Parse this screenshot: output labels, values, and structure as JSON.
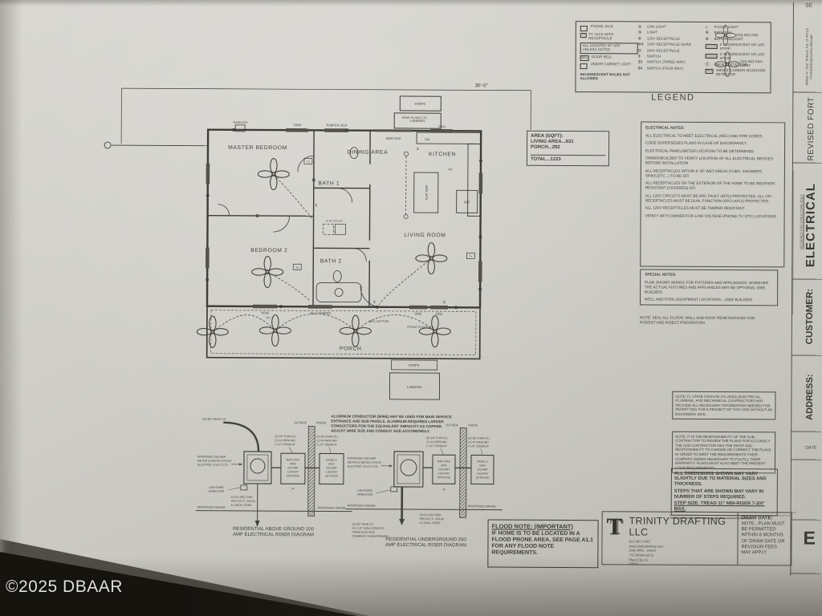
{
  "watermark": "©2025 DBAAR",
  "corner": {
    "top_partial": "SE",
    "engineer1": "William H. \"Bob\" Roberts, P.E. (# 40712)",
    "engineer2": "President/Engineering Manager",
    "reviewed": "REVIEWED FOR STRUCTURE ONLY"
  },
  "strip": {
    "revised": "REVISED FORT",
    "electrical": "ELECTRICAL",
    "customer": "CUSTOMER:",
    "address": "ADDRESS:",
    "date": "DATE",
    "sheet": "E"
  },
  "legend": {
    "title": "LEGEND",
    "left": [
      {
        "label": "PHONE JACK"
      },
      {
        "icon": "TV",
        "label": "TV JACK WITH RECEPTACLE"
      },
      {
        "label": "ALL LOCATED 60\" AFF UNLESS NOTED"
      },
      {
        "icon": "BELL",
        "label": "DOOR BELL"
      },
      {
        "label": "UNDER CABINET LIGHT"
      },
      {
        "label": "INCANDESCENT BULBS NOT ALLOWED"
      }
    ],
    "mid": [
      {
        "sym": "◎",
        "label": "CAN LIGHT"
      },
      {
        "sym": "⊕",
        "label": "LIGHT"
      },
      {
        "sym": "Φ",
        "label": "120V RECEPTACLE"
      },
      {
        "sym": "Φ4",
        "label": "120V RECEPTACLE QUAD"
      },
      {
        "sym": "Θ",
        "label": "240V RECEPTACLE"
      },
      {
        "sym": "$",
        "label": "SWITCH"
      },
      {
        "sym": "$3",
        "label": "SWITCH (THREE WAY)"
      },
      {
        "sym": "$4",
        "label": "SWITCH (FOUR WAY)"
      }
    ],
    "right": [
      {
        "sym": "◒",
        "label": "FLOOD-LIGHT"
      },
      {
        "sym": "⊛",
        "label": "BATH FAN"
      },
      {
        "sym": "⊕",
        "label": "BATH FAN/LIGHT"
      },
      {
        "sym": "",
        "label": "2' FLUORESCENT OR LED STRIP"
      },
      {
        "sym": "",
        "label": "4' FLUORESCENT OR LED STRIP"
      },
      {
        "sym": "Ⓢ",
        "label": "SMOKE DETECTOR"
      },
      {
        "sym": "SCD",
        "label": "SMOKE-CARBON MONOXIDE DETECTOR"
      }
    ],
    "fan1": "CEILING FAN",
    "fan2": "CEILING FAN-LIGHT"
  },
  "area": {
    "l1": "AREA (SQFT):",
    "l2": "LIVING AREA...931",
    "l3": "PORCH...292",
    "l4": "TOTAL...1223"
  },
  "enotes": {
    "title": "ELECTRICAL NOTES:",
    "items": [
      "ALL ELECTRICAL TO MEET ELECTRICAL (NEC) AND FIRE CODES",
      "CODE SUPERSEDES PLANS IN CASE OF DISCREPANCY",
      "ELECTRICAL PANEL/METER LOCATION TO BE DETERMINED",
      "OWNER/BUILDER TO VERIFY LOCATION OF ALL ELECTRICAL DEVICES BEFORE INSTALLATION",
      "ALL RECEPTACLES WITHIN 6' OF WET AREAS (TUBS, SHOWERS, SINKS,ETC...) TO BE GFI",
      "ALL RECEPTACLES ON THE EXTERIOR OF THE HOME TO BE WEATHER-RESISTANT (COVERED) GFI",
      "ALL 120V CIRCUITS MUST BE ARC FAULT (AFCI) PROTECTED. ALL GFI RECEPTACLES MUST BE DUAL FUNCTION (GFCI-AFCI) PROTECTED.",
      "ALL 120V RECEPTICLES MUST BE TAMPER RESISTANT",
      "VERIFY WITH OWNER FOR LOW VOLTAGE (PHONE,TV, ETC) LOCATIONS"
    ]
  },
  "snotes": {
    "title": "SPECIAL NOTES:",
    "i1": "PLAN SHOWS WIRING FOR FIXTURES AND APPLIANCES, HOWEVER THE ACTUAL FIXTURES AND APPLIANCES MAY BE OPTIONAL (SEE BUILDER)",
    "i2": "WELL AND POOL EQUIPMENT LOCATIONS... (SEE BUILDER)"
  },
  "seal_note": "NOTE: SEAL ALL FLOOR, WALL AND ROOF PENETRATIONS FOR RODENT AND INSECT PREVENTION.",
  "rnotes": {
    "n1": "NOTE: FL STATE STATUTE 471.003(2) ELECTRICAL, PLUMBING, AND MECHANICAL CONTRACTORS MAY PROVIDE ALL NECESSARY INFORMATION NEEDED FOR PERMITTING FOR A PROJECT OF THIS SIZE WITHOUT AN ENGINEERS SEAL.",
    "n2": "NOTE: IT IS THE RESPONSIBILITY OF THE SUB-CONTRACTOR TO REVIEW THE PLANS FOR ACCURACY. THE SUB CONTRACTOR HAS THE RIGHT AND RESPONSIBILITY TO CHANGE OR CORRECT THE PLANS IN ORDER TO MEET THE REQUIREMENTS THEIR COMPANY DEEMS NECESSARY TO FULFILL THEIR WARRANTY. PLANS MUST ALSO MEET THE PRESENT CODE REQUIREMENTS.",
    "n3a": "ALL DIMENSIONS SHOWN MAY VARY SLIGHTLY DUE TO MATERIAL SIZES AND THICKNESS.",
    "n3b": "STEPS THAT ARE SHOWN MAY VARY IN NUMBER OF STEPS REQUIRED.",
    "n3c": "STEP SIZE: TREAD 11\" MIN-RISER 7-3/4\" MAX."
  },
  "flood": {
    "title": "FLOOD NOTE: (IMPORTANT)",
    "body": "IF HOME IS TO BE LOCATED IN A FLOOD PRONE AREA, SEE PAGE A1.1 FOR ANY FLOOD NOTE REQUIREMENTS."
  },
  "firm": {
    "name": "TRINITY DRAFTING LLC",
    "phone": "813-482-2463",
    "web": "www.trinitydrafting.com",
    "owner": "Jody Wills...owner",
    "addr1": "713 Whitehall St.",
    "addr2": "Plant City, FL",
    "zip": "33563"
  },
  "drawdate": {
    "title": "DRAW DATE:",
    "note": "NOTE...PLAN MUST BE PERMITTED WITHIN 6 MONTHS OF DRAW DATE OR REVISION FEES MAY APPLY"
  },
  "plan": {
    "rooms": {
      "master": "MASTER BEDROOM",
      "dining": "DINING AREA",
      "kitchen": "KITCHEN",
      "bath1": "BATH 1",
      "bed2": "BEDROOM 2",
      "bath2": "BATH 2",
      "living": "LIVING ROOM",
      "porch": "PORCH"
    },
    "dim": "36'-6\"",
    "steps": "STEPS",
    "landing": "LANDING",
    "tankless": "TANKLESS",
    "attic": "ATTIC ACCESS",
    "rear_flood": "REAR FLOOD LTS",
    "front_flood": "FRONT FLOOD LTS",
    "bell": "BELL BUTTON",
    "ref": "REF",
    "dw": "DW",
    "flatbar": "FLAT BAR",
    "tv": "TV",
    "gfi": "GFI",
    "sw": "$",
    "wtop": [
      "*3056",
      "TEMPER 3014",
      "6068 SGD",
      "3030"
    ],
    "wbot": [
      "*3056",
      "3014 TEMPER",
      "3056",
      "3056"
    ]
  },
  "riser": {
    "alum": "ALUMINUM CONDUCTOR (WIRE) MAY BE USED FOR MAIN SERVICE ENTRANCE AND SUB PANELS. ALUMINUM REQUIRES LARGER CONDUCTORS FOR THE EQUIVALENT AMPACITY AS COPPER. ADJUST WIRE SIZE AND CONDUIT SIZE ACCORDINGLY.",
    "thhn": "(3) 3/0 THHN CU",
    "ground": "(1) #4 GROUND",
    "conduit": "2 1/2\" CONDUIT",
    "outside": "OUTSIDE",
    "inside": "INSIDE",
    "meter": [
      "PROPOSED 200 AMP",
      "METER & METER CAN BY",
      "ELECTRIC UTILITY CO."
    ],
    "arrestor": [
      "LIGHTNING",
      "ARRESTOR"
    ],
    "disc": [
      "MAIN DISC",
      "MCB",
      "200 AMP",
      "120/240V",
      "1Ø PHASE"
    ],
    "panel": [
      "PANEL A",
      "MCB",
      "200 AMP",
      "120/240V",
      "1Ø PHASE"
    ],
    "p2": "2P",
    "grd": [
      "#4 CU-SEC GRD",
      "PER N.E.C. 250.66",
      "& LOCAL CODE"
    ],
    "grade": "PROPOSED GRADE",
    "feed": [
      "(3) 3/0 THHN CU",
      "IN 2 1/2\" (MIN) CONDUIT",
      "FROM ELECTRIC",
      "COMPANY TRANSFORMER"
    ],
    "t_above": [
      "RESIDENTIAL ABOVE GROUND 200",
      "AMP ELECTRICAL RISER DIAGRAM"
    ],
    "t_under": [
      "RESIDENTIAL UNDERGROUND 200",
      "AMP ELECTRICAL RISER DIAGRAM"
    ]
  }
}
